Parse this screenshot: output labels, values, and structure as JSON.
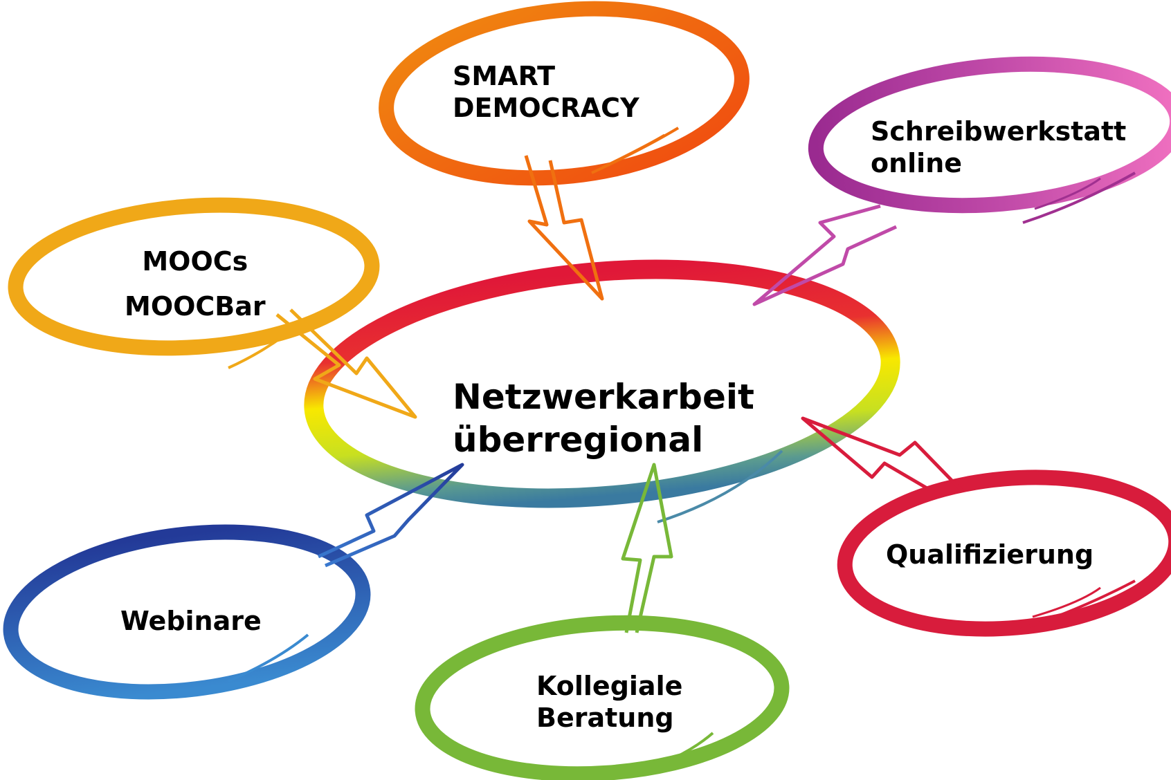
{
  "center": {
    "line1": "Netzwerkarbeit",
    "line2": "überregional"
  },
  "nodes": {
    "smart": {
      "line1": "SMART",
      "line2": "DEMOCRACY"
    },
    "schreib": {
      "line1": "Schreibwerkstatt",
      "line2": "online"
    },
    "moocs": {
      "line1": "MOOCs",
      "line2": "MOOCBar"
    },
    "quali": {
      "line1": "Qualifizierung"
    },
    "webinare": {
      "line1": "Webinare"
    },
    "kollegial": {
      "line1": "Kollegiale",
      "line2": "Beratung"
    }
  },
  "colors": {
    "smart": "#f06810",
    "schreib": "#c04aa8",
    "moocs": "#f0a818",
    "quali": "#d81c3c",
    "webinare": "#2a58b0",
    "kollegial": "#78b838"
  }
}
